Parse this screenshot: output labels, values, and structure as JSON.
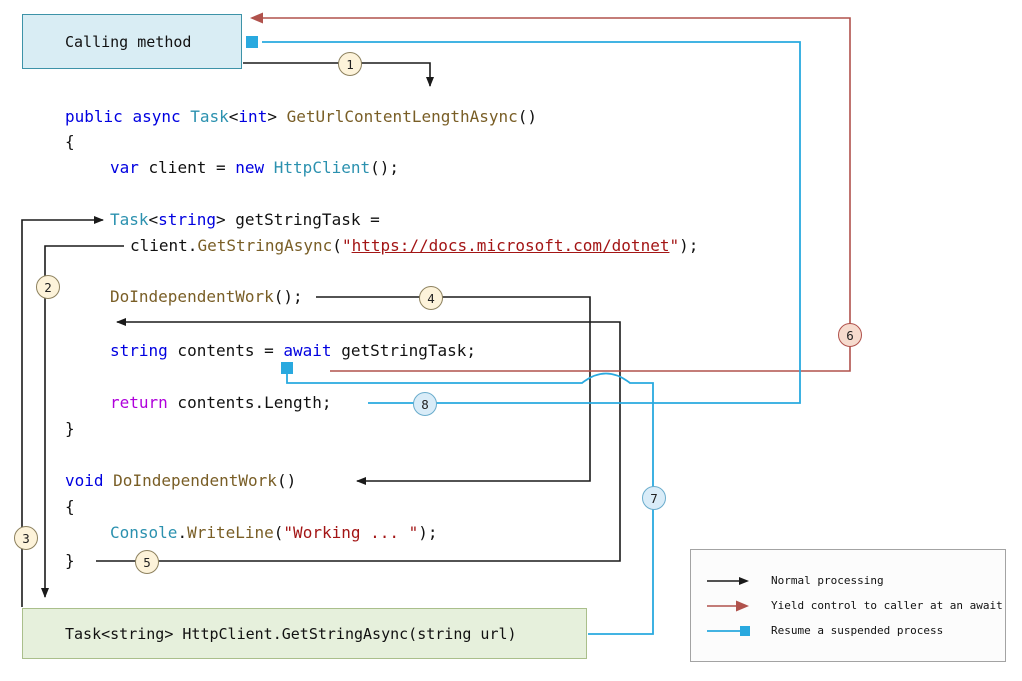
{
  "title": "Async control flow trace diagram",
  "boxes": {
    "calling": {
      "label": "Calling method"
    },
    "task": {
      "label": "Task<string> HttpClient.GetStringAsync(string url)"
    }
  },
  "code": {
    "lines": [
      {
        "name": "signature",
        "tokens": [
          {
            "t": "public",
            "c": "kw"
          },
          {
            "t": " ",
            "c": "pl"
          },
          {
            "t": "async",
            "c": "kw"
          },
          {
            "t": " ",
            "c": "pl"
          },
          {
            "t": "Task",
            "c": "type"
          },
          {
            "t": "<",
            "c": "pl"
          },
          {
            "t": "int",
            "c": "kw"
          },
          {
            "t": "> ",
            "c": "pl"
          },
          {
            "t": "GetUrlContentLengthAsync",
            "c": "method"
          },
          {
            "t": "()",
            "c": "pl"
          }
        ]
      },
      {
        "name": "open-brace",
        "tokens": [
          {
            "t": "{",
            "c": "pl"
          }
        ]
      },
      {
        "name": "var-client",
        "tokens": [
          {
            "t": "var",
            "c": "kw"
          },
          {
            "t": " client = ",
            "c": "pl"
          },
          {
            "t": "new",
            "c": "kw"
          },
          {
            "t": " ",
            "c": "pl"
          },
          {
            "t": "HttpClient",
            "c": "type"
          },
          {
            "t": "();",
            "c": "pl"
          }
        ]
      },
      {
        "name": "task-assign",
        "tokens": [
          {
            "t": "Task",
            "c": "type"
          },
          {
            "t": "<",
            "c": "pl"
          },
          {
            "t": "string",
            "c": "kw"
          },
          {
            "t": "> getStringTask =",
            "c": "pl"
          }
        ]
      },
      {
        "name": "get-string-call",
        "tokens": [
          {
            "t": "client.",
            "c": "pl"
          },
          {
            "t": "GetStringAsync",
            "c": "method"
          },
          {
            "t": "(",
            "c": "pl"
          },
          {
            "t": "\"",
            "c": "str"
          },
          {
            "t": "https://docs.microsoft.com/dotnet",
            "c": "link"
          },
          {
            "t": "\"",
            "c": "str"
          },
          {
            "t": ");",
            "c": "pl"
          }
        ]
      },
      {
        "name": "do-independent-call",
        "tokens": [
          {
            "t": "DoIndependentWork",
            "c": "method"
          },
          {
            "t": "();",
            "c": "pl"
          }
        ]
      },
      {
        "name": "await-line",
        "tokens": [
          {
            "t": "string",
            "c": "kw"
          },
          {
            "t": " contents = ",
            "c": "pl"
          },
          {
            "t": "await",
            "c": "kw"
          },
          {
            "t": " getStringTask;",
            "c": "pl"
          }
        ]
      },
      {
        "name": "return-line",
        "tokens": [
          {
            "t": "return",
            "c": "ctrl"
          },
          {
            "t": " contents.Length;",
            "c": "pl"
          }
        ]
      },
      {
        "name": "close-brace",
        "tokens": [
          {
            "t": "}",
            "c": "pl"
          }
        ]
      },
      {
        "name": "void-signature",
        "tokens": [
          {
            "t": "void",
            "c": "kw"
          },
          {
            "t": " ",
            "c": "pl"
          },
          {
            "t": "DoIndependentWork",
            "c": "method"
          },
          {
            "t": "()",
            "c": "pl"
          }
        ]
      },
      {
        "name": "open-brace-2",
        "tokens": [
          {
            "t": "{",
            "c": "pl"
          }
        ]
      },
      {
        "name": "console-line",
        "tokens": [
          {
            "t": "Console",
            "c": "type"
          },
          {
            "t": ".",
            "c": "pl"
          },
          {
            "t": "WriteLine",
            "c": "method"
          },
          {
            "t": "(",
            "c": "pl"
          },
          {
            "t": "\"Working ... \"",
            "c": "str"
          },
          {
            "t": ");",
            "c": "pl"
          }
        ]
      },
      {
        "name": "close-brace-2",
        "tokens": [
          {
            "t": "}",
            "c": "pl"
          }
        ]
      }
    ]
  },
  "steps": [
    "1",
    "2",
    "3",
    "4",
    "5",
    "6",
    "7",
    "8"
  ],
  "legend": {
    "items": [
      {
        "label": "Normal processing"
      },
      {
        "label": "Yield control to caller at an await"
      },
      {
        "label": "Resume a suspended process"
      }
    ]
  },
  "colors": {
    "normal_flow": "#1a1a1a",
    "yield_flow": "#b0524c",
    "resume_flow": "#29a9df",
    "calling_box_fill": "#d9edf4",
    "calling_box_border": "#3d93a8",
    "task_box_fill": "#e6f0dc",
    "task_box_border": "#aabf8b"
  }
}
